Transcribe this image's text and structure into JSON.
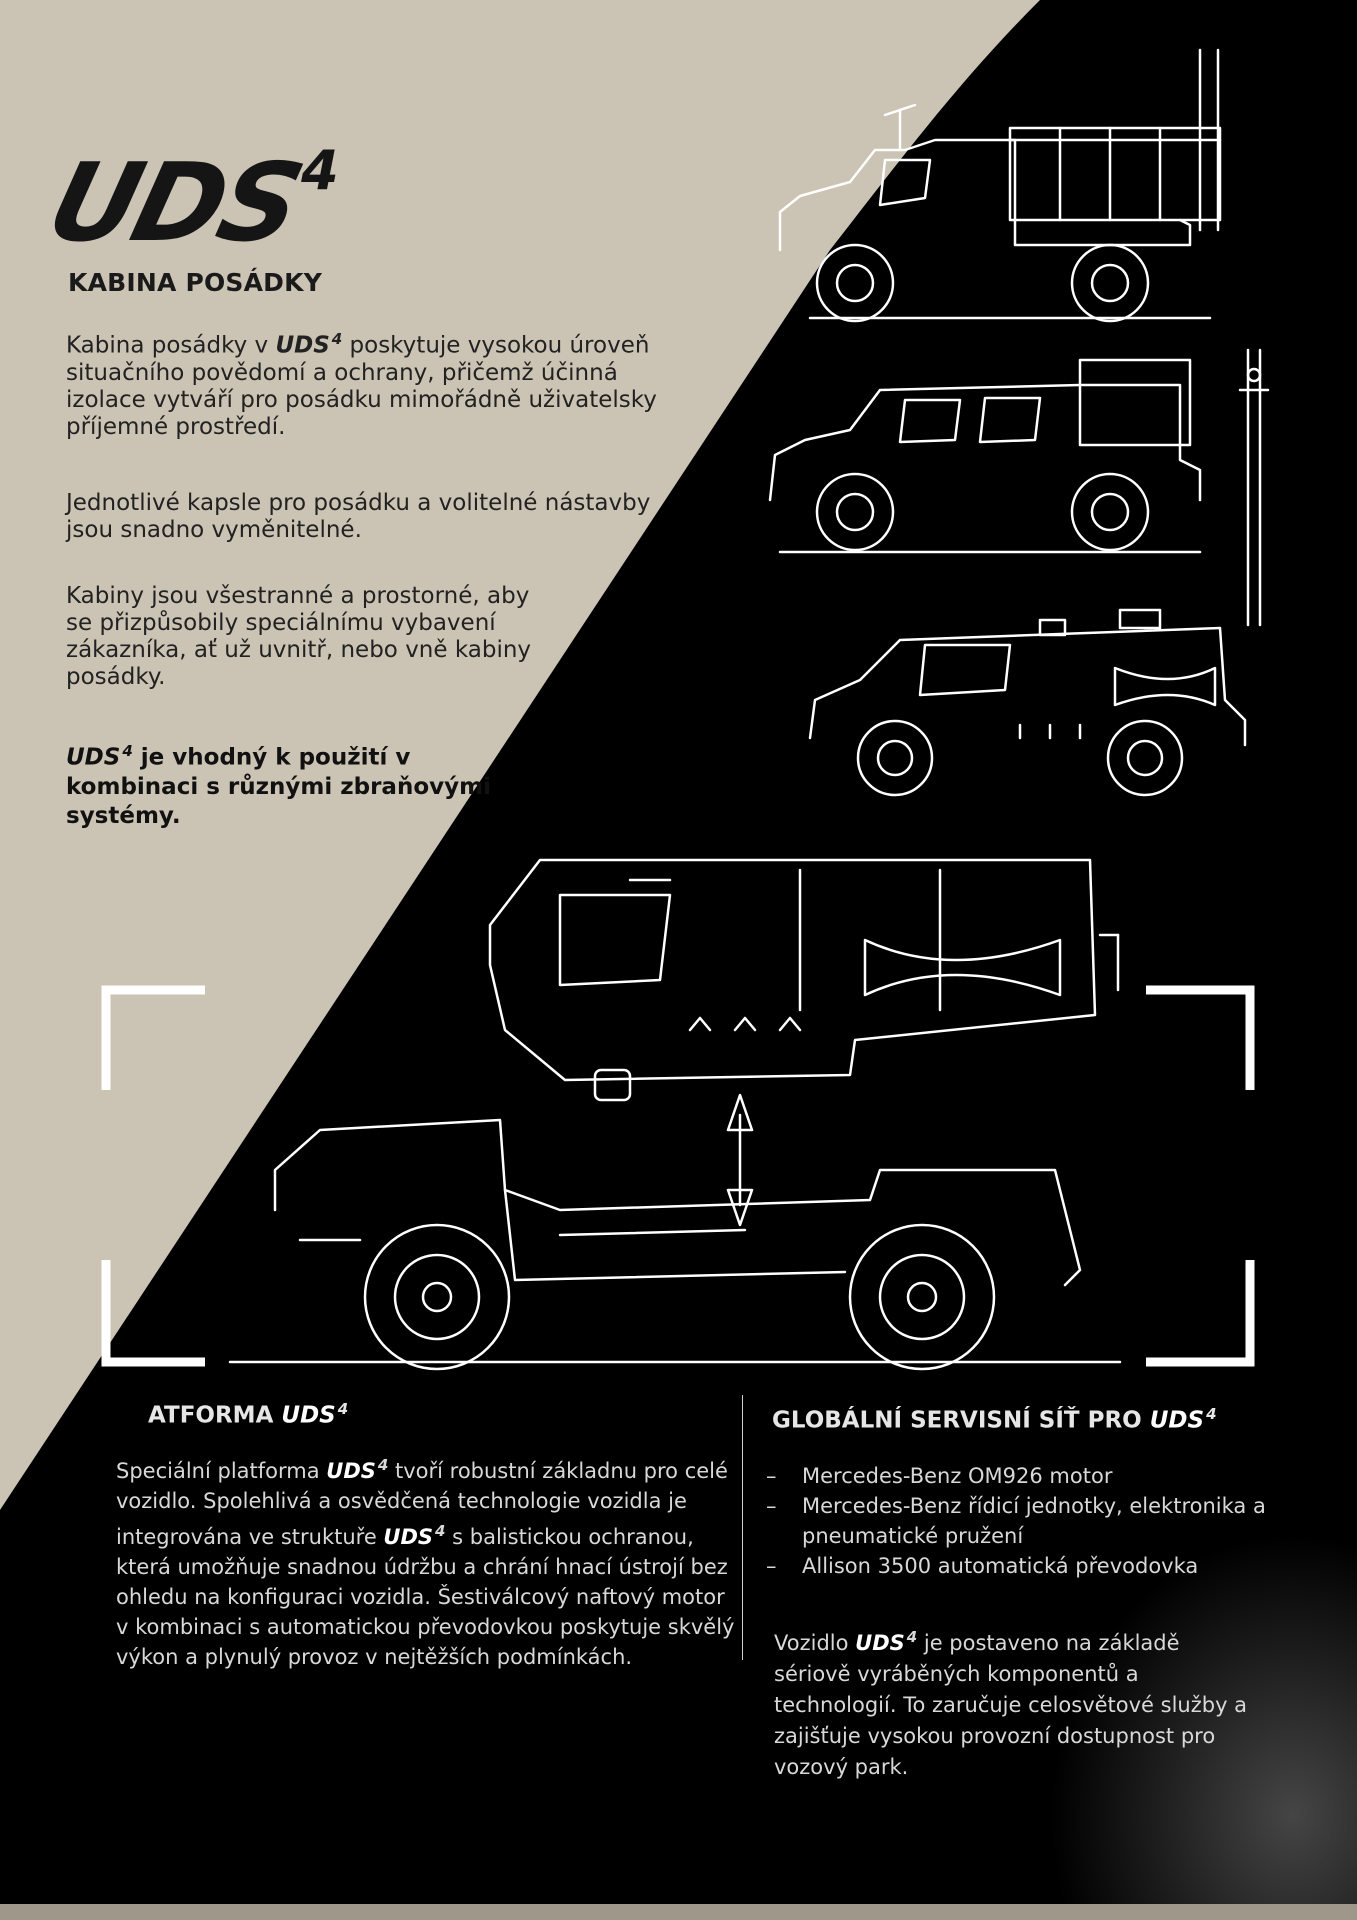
{
  "brand": {
    "name": "UDS",
    "superscript": "4"
  },
  "crew_cabin": {
    "heading": "KABINA POSÁDKY",
    "p1_before": "Kabina posádky v ",
    "p1_after": " poskytuje vysokou úroveň situačního povědomí a ochrany, přičemž účinná izolace vytváří pro posádku mimořádně uživatelsky příjemné prostředí.",
    "p2": "Jednotlivé kapsle pro posádku a volitelné nástavby jsou snadno vyměnitelné.",
    "p3": "Kabiny jsou všestranné a prostorné, aby se přizpůsobily speciálnímu vybavení zákazníka, ať už uvnitř, nebo vně kabiny posádky.",
    "highlight_after": " je vhodný k použití v kombinaci s různými zbraňovými systémy."
  },
  "platform": {
    "heading_prefix": "ATFORMA",
    "p_before": "Speciální platforma ",
    "p_mid1": " tvoří robustní základnu pro celé vozidlo. Spolehlivá a osvědčená technologie vozidla je integrována ve struktuře ",
    "p_after": " s balistickou ochranou, která umožňuje snadnou údržbu a chrání hnací ústrojí bez ohledu na konfiguraci vozidla. Šestiválcový naftový motor v kombinaci s automatickou převodovkou poskytuje skvělý výkon a plynulý provoz v nejtěžších podmínkách."
  },
  "service": {
    "heading_prefix": "GLOBÁLNÍ SERVISNÍ SÍŤ PRO",
    "items": [
      "Mercedes-Benz OM926 motor",
      "Mercedes-Benz řídicí jednotky, elektronika a pneumatické pružení",
      "Allison 3500 automatická převodovka"
    ],
    "p_before": "Vozidlo ",
    "p_after": " je postaveno na základě sériově vyráběných komponentů a technologií. To zaručuje celosvětové služby a zajišťuje vysokou provozní dostupnost pro vozový park."
  },
  "colors": {
    "beige": "#cbc3b3",
    "black": "#000000",
    "line_art": "#ffffff"
  },
  "illustrations": [
    "vehicle-truck-cargo-icon",
    "vehicle-crew-cab-pickup-icon",
    "vehicle-armored-mast-icon",
    "crew-capsule-module-icon",
    "chassis-platform-icon",
    "vertical-double-arrow-icon",
    "corner-frame-icon"
  ]
}
